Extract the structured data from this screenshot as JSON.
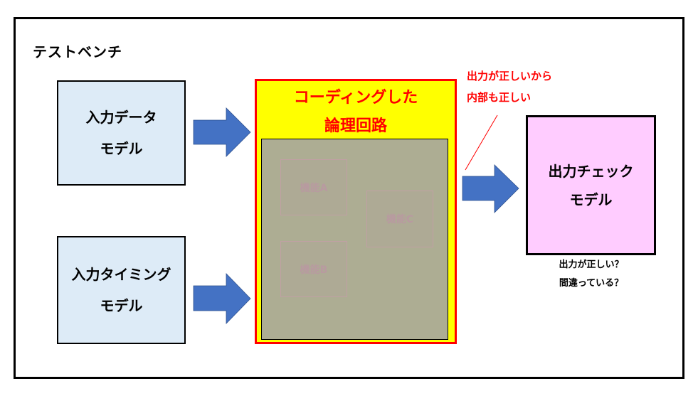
{
  "testbench": {
    "title": "テストベンチ"
  },
  "inputs": [
    {
      "line1": "入力データ",
      "line2": "モデル"
    },
    {
      "line1": "入力タイミング",
      "line2": "モデル"
    }
  ],
  "dut": {
    "title_line1": "コーディングした",
    "title_line2": "論理回路",
    "functions": [
      "機能A",
      "機能B",
      "機能C"
    ]
  },
  "checker": {
    "line1": "出力チェック",
    "line2": "モデル",
    "note_line1": "出力が正しい？",
    "note_line2": "間違っている？"
  },
  "annotation": {
    "line1": "出力が正しいから",
    "line2": "内部も正しい"
  },
  "colors": {
    "input_fill": "#ddebf7",
    "dut_border": "#ff0000",
    "dut_fill": "#ffff00",
    "dut_inner": "#adad93",
    "checker_fill": "#ffccff",
    "arrow": "#4472c4",
    "annotation": "#ff0000"
  }
}
